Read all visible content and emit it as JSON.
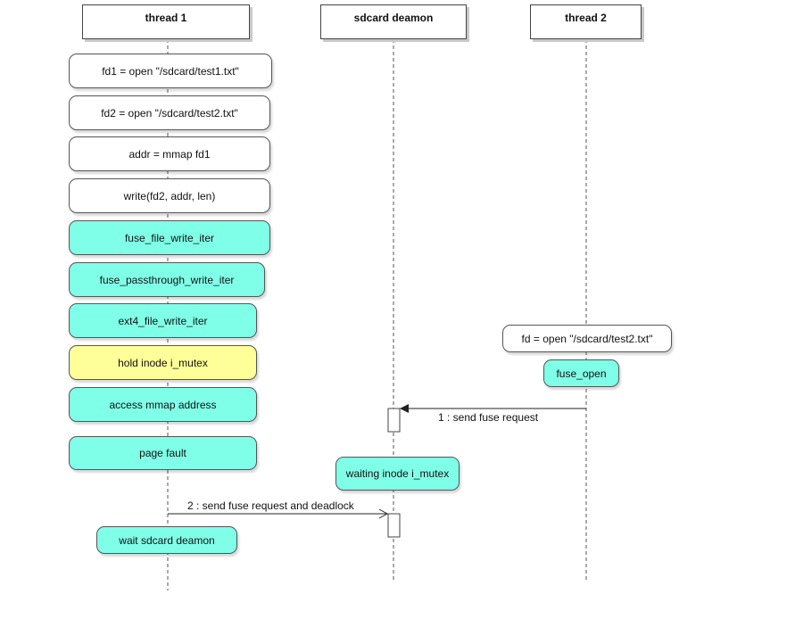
{
  "colors": {
    "white": "#ffffff",
    "aqua": "#80ffe8",
    "yellow": "#ffff99",
    "line": "#444444"
  },
  "actors": {
    "thread1": "thread 1",
    "sdcard_deamon": "sdcard deamon",
    "thread2": "thread 2"
  },
  "thread1_steps": {
    "open_fd1": "fd1 = open \"/sdcard/test1.txt\"",
    "open_fd2": "fd2 = open \"/sdcard/test2.txt\"",
    "mmap": "addr = mmap fd1",
    "write": "write(fd2, addr, len)",
    "fuse_file_write_iter": "fuse_file_write_iter",
    "fuse_passthrough_write_iter": "fuse_passthrough_write_iter",
    "ext4_file_write_iter": "ext4_file_write_iter",
    "hold_mutex": "hold inode i_mutex",
    "access_mmap": "access mmap address",
    "page_fault": "page fault",
    "wait_deamon": "wait sdcard deamon"
  },
  "thread2_steps": {
    "open_fd": "fd = open \"/sdcard/test2.txt\"",
    "fuse_open": "fuse_open"
  },
  "deamon_steps": {
    "waiting_mutex": "waiting inode i_mutex"
  },
  "messages": {
    "msg1": "1 : send fuse request",
    "msg2": "2 : send fuse request and deadlock"
  }
}
